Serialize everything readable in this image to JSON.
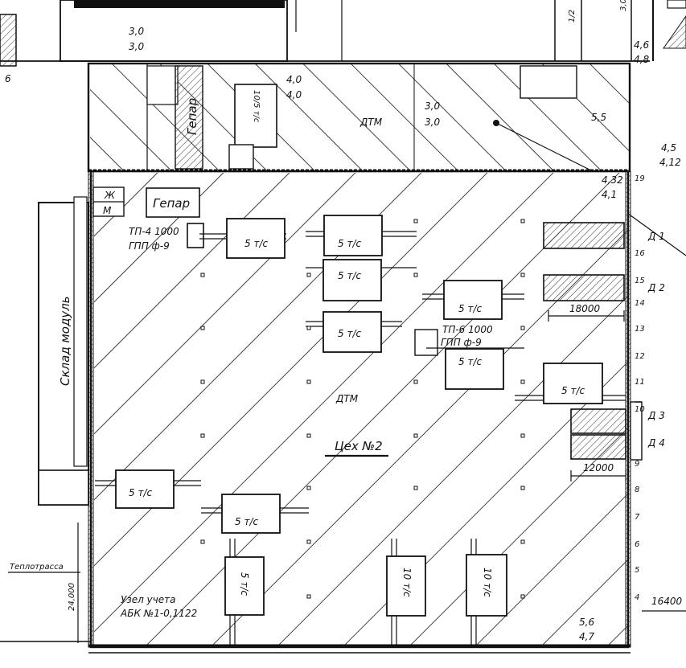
{
  "drawing": {
    "workshop_title": "Цех №2",
    "zone_label": "ДТМ",
    "upper_zone_label": "ДТМ",
    "warehouse_label": "Склад модуль",
    "heat_pipe_label": "Теплотрасса",
    "meter_node_label": "Узел учета",
    "meter_node_sub": "АБК №1-0,1122",
    "gepar_vertical": "Гепар",
    "gepar_box": "Гепар",
    "wc_top": "Ж",
    "wc_bottom": "М",
    "tp4": "ТП-4 1000",
    "grp9_left": "ГПП ф-9",
    "tp6": "ТП-6 1000",
    "grp9_right": "ГПП ф-9",
    "left_edge_num": "6",
    "dim_24000": "24,000",
    "dim_18000": "18000",
    "dim_12000": "12000",
    "dim_16400": "16400",
    "elev_30": "3,0",
    "elev_30b": "3,0",
    "elev_30c": "3,0",
    "elev_30d": "3,0",
    "elev_40": "4,0",
    "elev_40b": "4,0",
    "elev_55": "5,5",
    "elev_45": "4,5",
    "elev_412": "4,12",
    "elev_432": "4,32",
    "elev_41": "4,1",
    "elev_46": "4,6",
    "elev_48": "4,8",
    "elev_56": "5,6",
    "elev_47": "4,7",
    "top_right_30": "3,0",
    "top_mid_12": "1/2",
    "gates": [
      "Д 1",
      "Д 2",
      "Д 3",
      "Д 4"
    ],
    "cranes": [
      "10/5 т/с",
      "5 т/с",
      "5 т/с",
      "5 т/с",
      "5 т/с",
      "5 т/с",
      "5 т/с",
      "5 т/с",
      "5 т/с",
      "5 т/с",
      "5 т/с",
      "10 т/с",
      "10 т/с"
    ],
    "axis_numbers": [
      "19",
      "16",
      "15",
      "14",
      "13",
      "12",
      "11",
      "10",
      "9",
      "8",
      "7",
      "6",
      "5",
      "4"
    ]
  }
}
